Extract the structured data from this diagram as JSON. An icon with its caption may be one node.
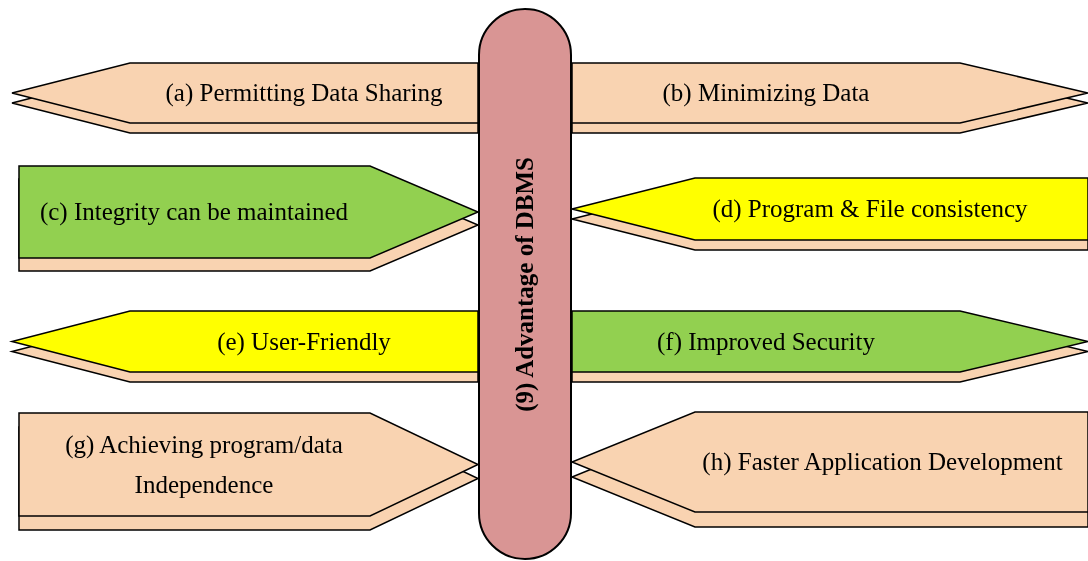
{
  "diagram": {
    "nodes": [
      {
        "text": [
          "(9) Advantage of DBMS"
        ]
      },
      {
        "text": [
          "(a) Permitting Data Sharing"
        ]
      },
      {
        "text": [
          "(b) Minimizing Data"
        ]
      },
      {
        "text": [
          "(c) Integrity can be maintained"
        ]
      },
      {
        "text": [
          "(d) Program & File consistency"
        ]
      },
      {
        "text": [
          "(e) User-Friendly"
        ]
      },
      {
        "text": [
          "(f) Improved Security"
        ]
      },
      {
        "text": [
          "(g) Achieving program/data Independence"
        ]
      },
      {
        "text": [
          "(h) Faster Application Development"
        ]
      }
    ]
  }
}
